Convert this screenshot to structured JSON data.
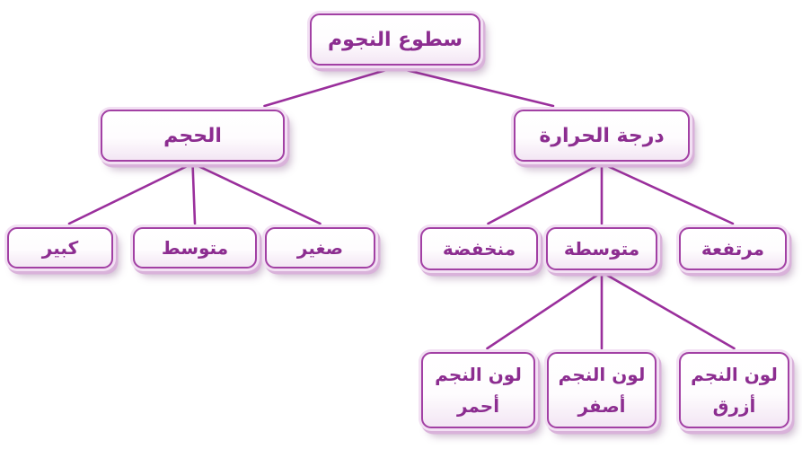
{
  "diagram": {
    "title": "سطوع النجوم",
    "type": "concept-map-tree",
    "direction": "rtl",
    "colors": {
      "node_border": "#a240a4",
      "node_outer_ring": "#f2e0f3",
      "node_ring_shade": "#d9b2da",
      "node_fill_top": "#ffffff",
      "node_fill_bottom": "#f3e6f4",
      "text": "#8c2d90",
      "connector_line": "#9a2f9c",
      "background": "#ffffff"
    },
    "nodes": [
      {
        "id": "root",
        "label": "سطوع النجوم",
        "level": 0
      },
      {
        "id": "size",
        "label": "الحجم",
        "level": 1
      },
      {
        "id": "temperature",
        "label": "درجة الحرارة",
        "level": 1
      },
      {
        "id": "size-large",
        "label": "كبير",
        "level": 2
      },
      {
        "id": "size-medium",
        "label": "متوسط",
        "level": 2
      },
      {
        "id": "size-small",
        "label": "صغير",
        "level": 2
      },
      {
        "id": "temp-low",
        "label": "منخفضة",
        "level": 2
      },
      {
        "id": "temp-medium",
        "label": "متوسطة",
        "level": 2
      },
      {
        "id": "temp-high",
        "label": "مرتفعة",
        "level": 2
      },
      {
        "id": "color-red",
        "label": "لون النجم\nأحمر",
        "level": 3
      },
      {
        "id": "color-yellow",
        "label": "لون النجم\nأصفر",
        "level": 3
      },
      {
        "id": "color-blue",
        "label": "لون النجم\nأزرق",
        "level": 3
      }
    ],
    "edges": [
      [
        "root",
        "size"
      ],
      [
        "root",
        "temperature"
      ],
      [
        "size",
        "size-large"
      ],
      [
        "size",
        "size-medium"
      ],
      [
        "size",
        "size-small"
      ],
      [
        "temperature",
        "temp-low"
      ],
      [
        "temperature",
        "temp-medium"
      ],
      [
        "temperature",
        "temp-high"
      ],
      [
        "temp-medium",
        "color-red"
      ],
      [
        "temp-medium",
        "color-yellow"
      ],
      [
        "temp-medium",
        "color-blue"
      ]
    ]
  }
}
